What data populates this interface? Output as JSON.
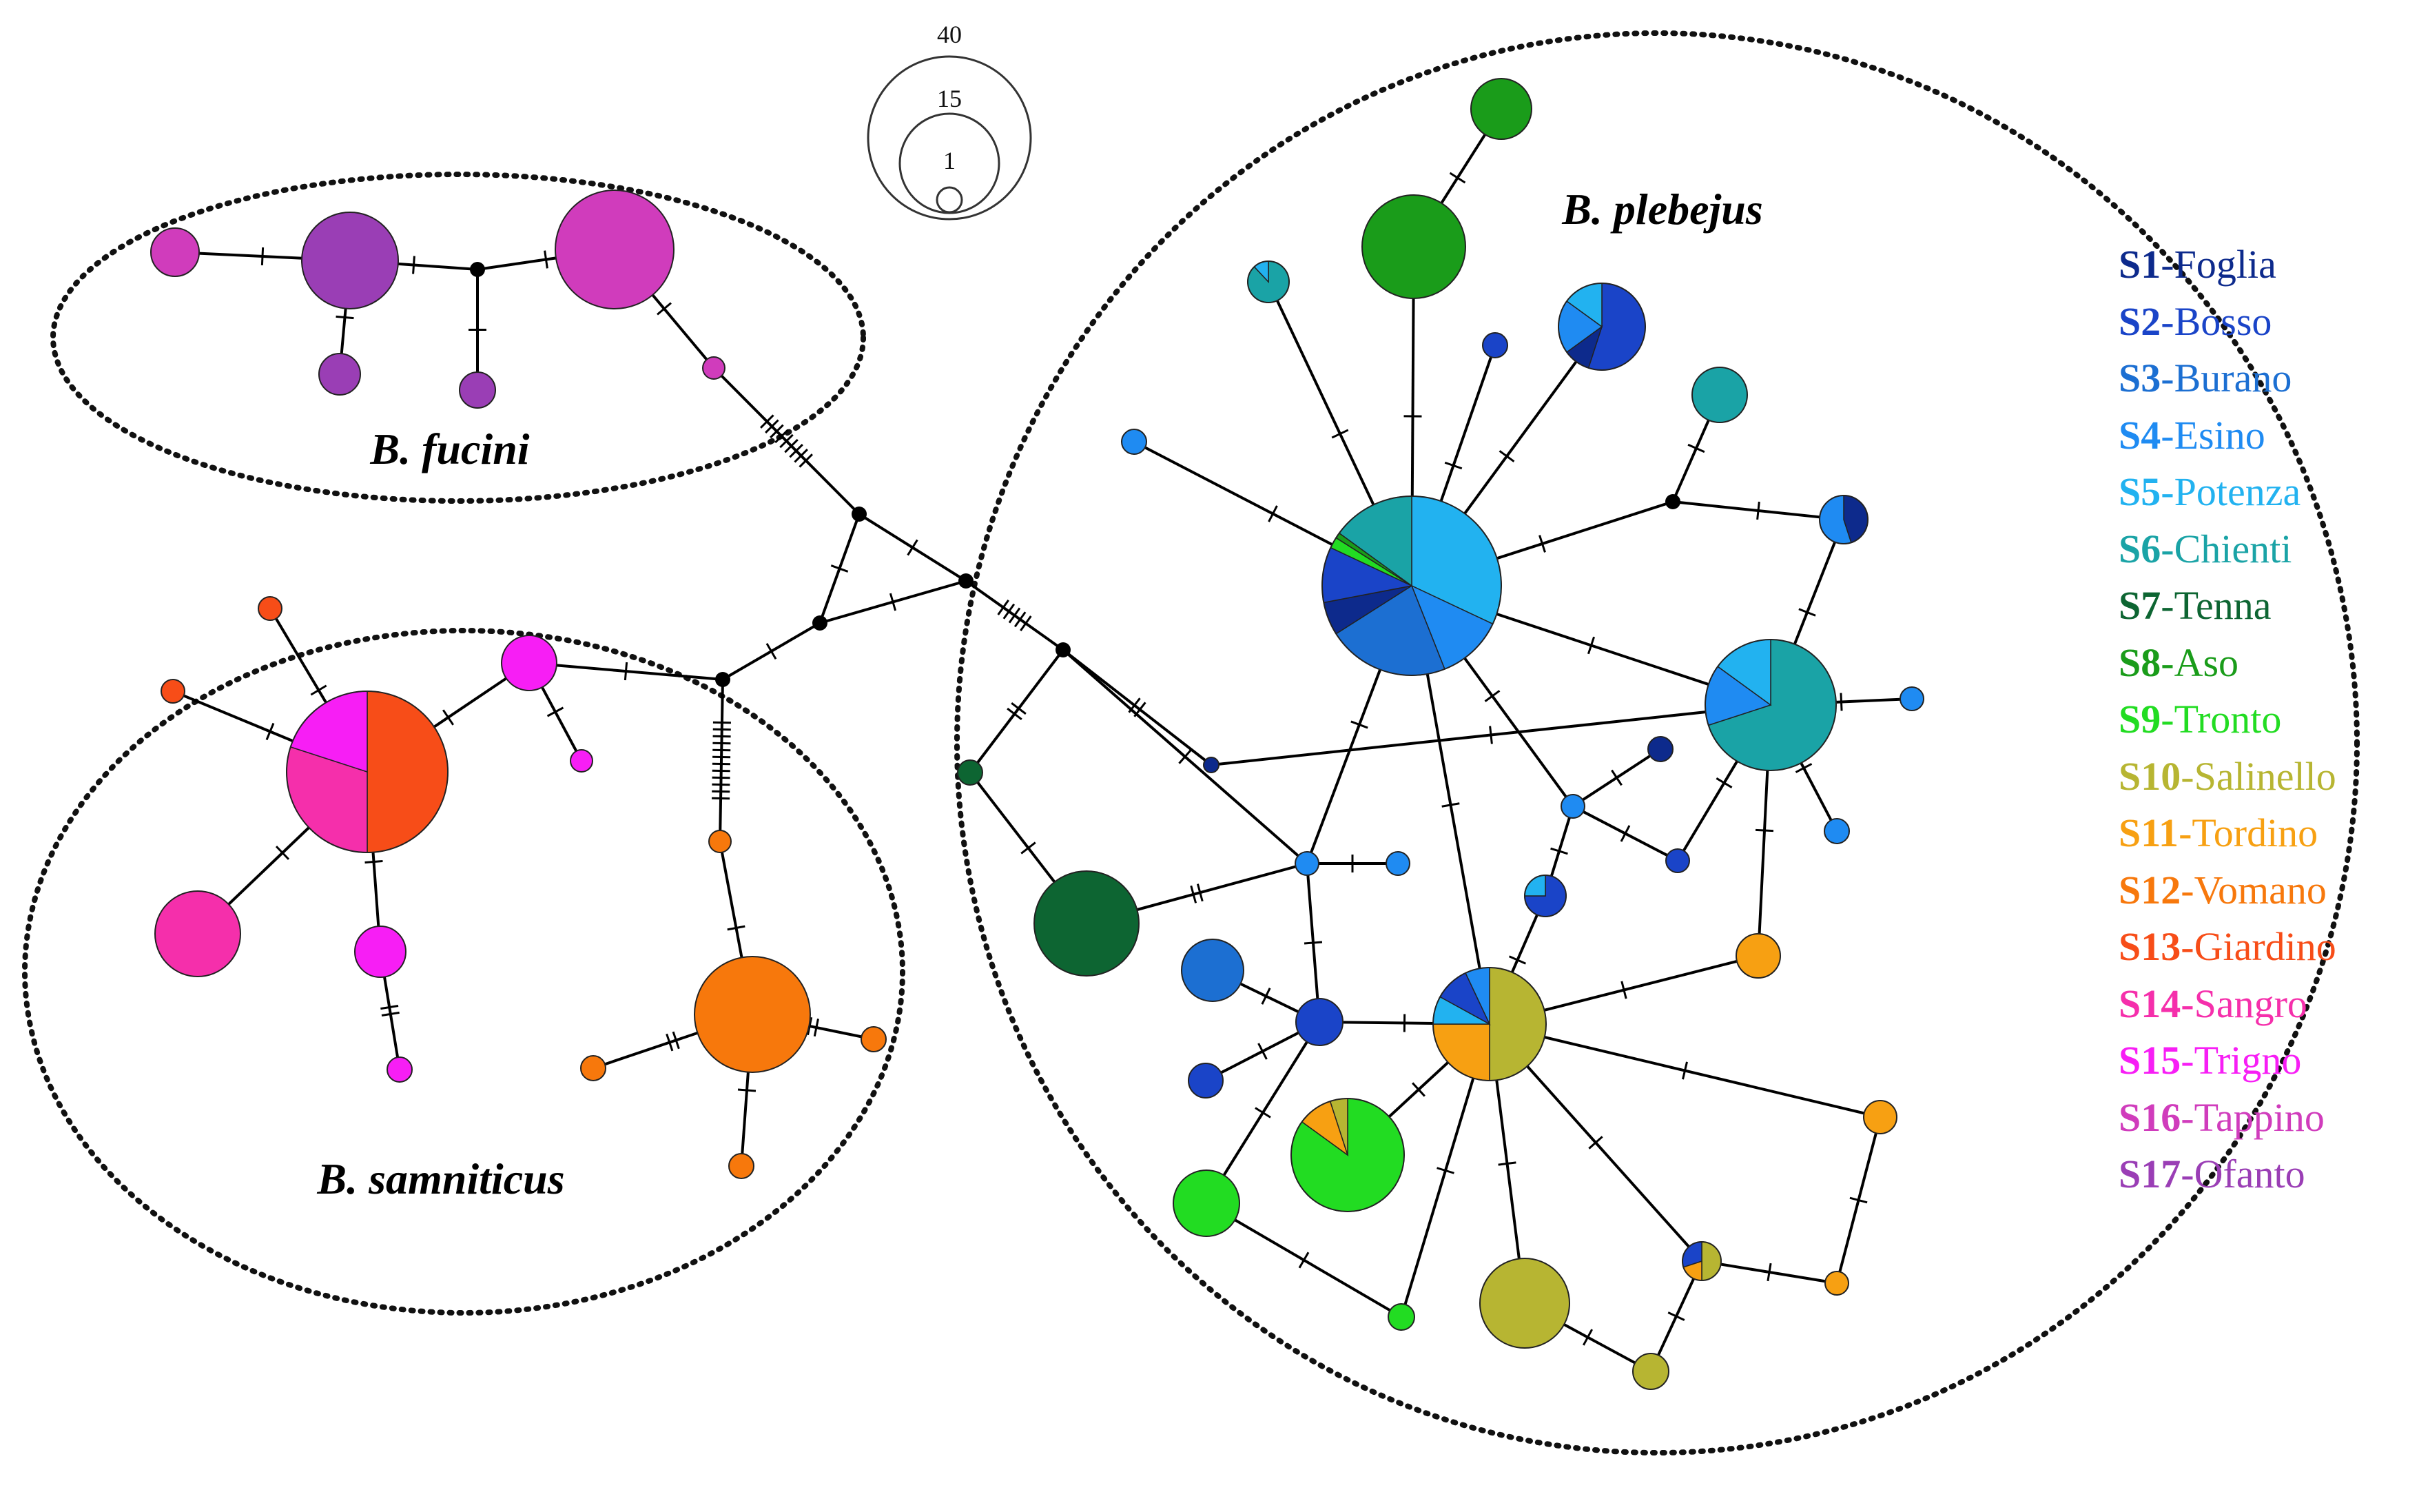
{
  "groups": [
    {
      "id": "fucini",
      "label": "B. fucini"
    },
    {
      "id": "samniticus",
      "label": "B. samniticus"
    },
    {
      "id": "plebejus",
      "label": "B. plebejus"
    }
  ],
  "size_scale": {
    "labels": [
      "40",
      "15",
      "1"
    ]
  },
  "colors": {
    "S1": "#0d2a8c",
    "S2": "#1a44c8",
    "S3": "#1c6fd2",
    "S4": "#1f8bf2",
    "S5": "#22b2f0",
    "S6": "#1aa3a6",
    "S7": "#0d6532",
    "S8": "#1a9c1a",
    "S9": "#22dc22",
    "S10": "#b7b532",
    "S11": "#f7a012",
    "S12": "#f7780c",
    "S13": "#f74d18",
    "S14": "#f52fab",
    "S15": "#f71ef5",
    "S16": "#d03cbc",
    "S17": "#9a3eb5"
  },
  "legend": [
    {
      "code": "S1",
      "name": "-Foglia"
    },
    {
      "code": "S2",
      "name": "-Bosso"
    },
    {
      "code": "S3",
      "name": "-Burano"
    },
    {
      "code": "S4",
      "name": "-Esino"
    },
    {
      "code": "S5",
      "name": "-Potenza"
    },
    {
      "code": "S6",
      "name": "-Chienti"
    },
    {
      "code": "S7",
      "name": "-Tenna"
    },
    {
      "code": "S8",
      "name": "-Aso"
    },
    {
      "code": "S9",
      "name": "-Tronto"
    },
    {
      "code": "S10",
      "name": "-Salinello"
    },
    {
      "code": "S11",
      "name": "-Tordino"
    },
    {
      "code": "S12",
      "name": "-Vomano"
    },
    {
      "code": "S13",
      "name": "-Giardino"
    },
    {
      "code": "S14",
      "name": "-Sangro"
    },
    {
      "code": "S15",
      "name": "-Trigno"
    },
    {
      "code": "S16",
      "name": "-Tappino"
    },
    {
      "code": "S17",
      "name": "-Ofanto"
    }
  ]
}
